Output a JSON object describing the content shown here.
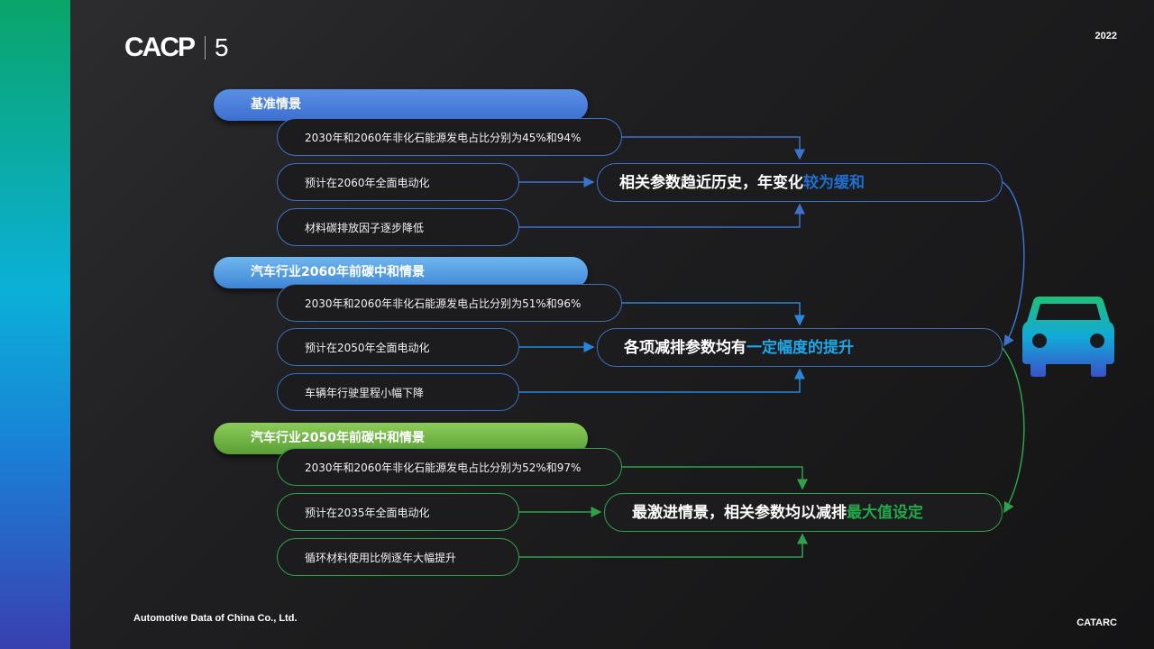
{
  "logo": {
    "text": "CACP",
    "number": "5"
  },
  "year": "2022",
  "footer": {
    "left": "Automotive Data of China Co., Ltd.",
    "right": "CATARC"
  },
  "colors": {
    "blue": "#3b73cc",
    "light_blue": "#1c9be0",
    "green": "#2fa14a"
  },
  "scenarios": [
    {
      "title": "基准情景",
      "items": [
        "2030年和2060年非化石能源发电占比分别为45%和94%",
        "预计在2060年全面电动化",
        "材料碳排放因子逐步降低"
      ],
      "result_plain": "相关参数趋近历史，年变化",
      "result_highlight": "较为缓和",
      "highlight_color": "#1f6fd1"
    },
    {
      "title": "汽车行业2060年前碳中和情景",
      "items": [
        "2030年和2060年非化石能源发电占比分别为51%和96%",
        "预计在2050年全面电动化",
        "车辆年行驶里程小幅下降"
      ],
      "result_plain": "各项减排参数均有",
      "result_highlight": "一定幅度的提升",
      "highlight_color": "#1ea7e8"
    },
    {
      "title": "汽车行业2050年前碳中和情景",
      "items": [
        "2030年和2060年非化石能源发电占比分别为52%和97%",
        "预计在2035年全面电动化",
        "循环材料使用比例逐年大幅提升"
      ],
      "result_plain": "最激进情景，相关参数均以减排",
      "result_highlight": "最大值设定",
      "highlight_color": "#23a84a"
    }
  ],
  "car_icon": "car-icon"
}
